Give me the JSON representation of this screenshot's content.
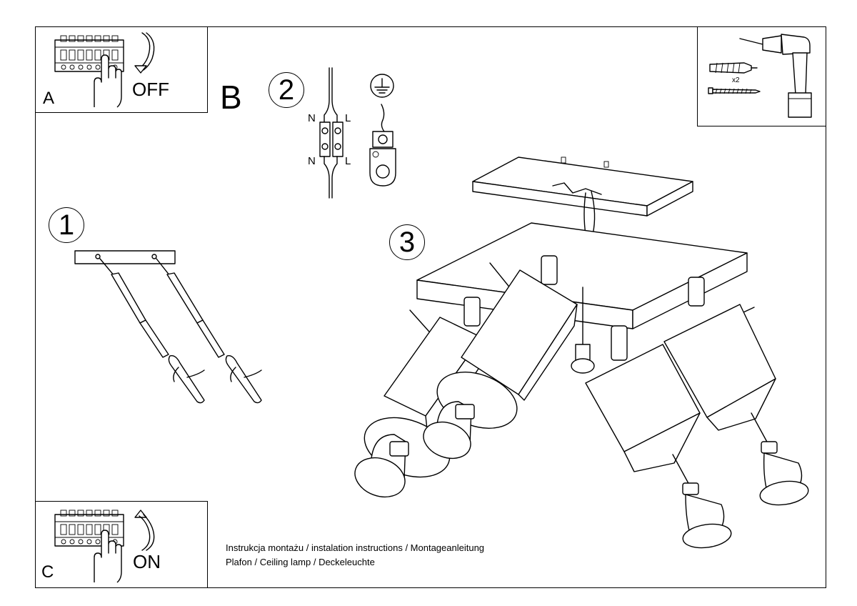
{
  "panels": {
    "a": {
      "letter": "A",
      "action": "OFF"
    },
    "b": {
      "letter": "B"
    },
    "c": {
      "letter": "C",
      "action": "ON"
    }
  },
  "steps": [
    "1",
    "2",
    "3"
  ],
  "wiring": {
    "neutral": "N",
    "live": "L"
  },
  "tools": {
    "anchor_qty": "x2"
  },
  "footer": {
    "line1": "Instrukcja montażu / instalation instructions / Montageanleitung",
    "line2": "Plafon / Ceiling lamp / Deckeleuchte"
  }
}
